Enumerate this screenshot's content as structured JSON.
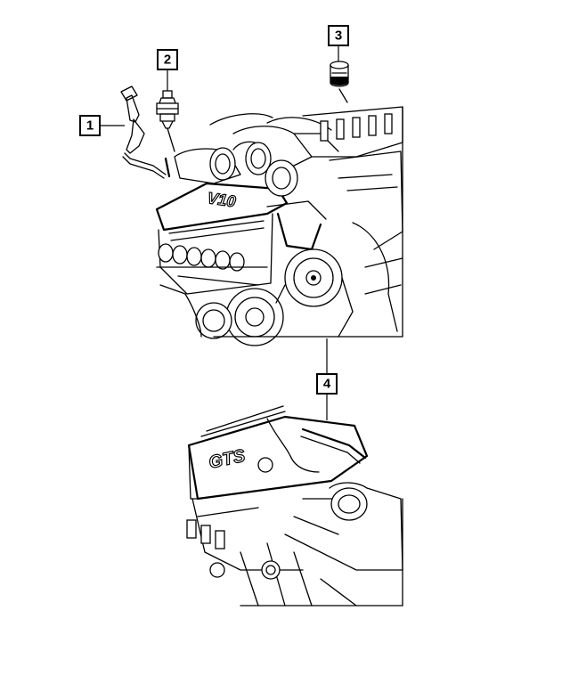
{
  "callouts": [
    {
      "id": "1",
      "label": "1"
    },
    {
      "id": "2",
      "label": "2"
    },
    {
      "id": "3",
      "label": "3"
    },
    {
      "id": "4",
      "label": "4"
    }
  ],
  "engine_cover_text_upper": "V10",
  "engine_cover_text_lower": "GTS",
  "colors": {
    "background": "#ffffff",
    "ink": "#000000"
  }
}
